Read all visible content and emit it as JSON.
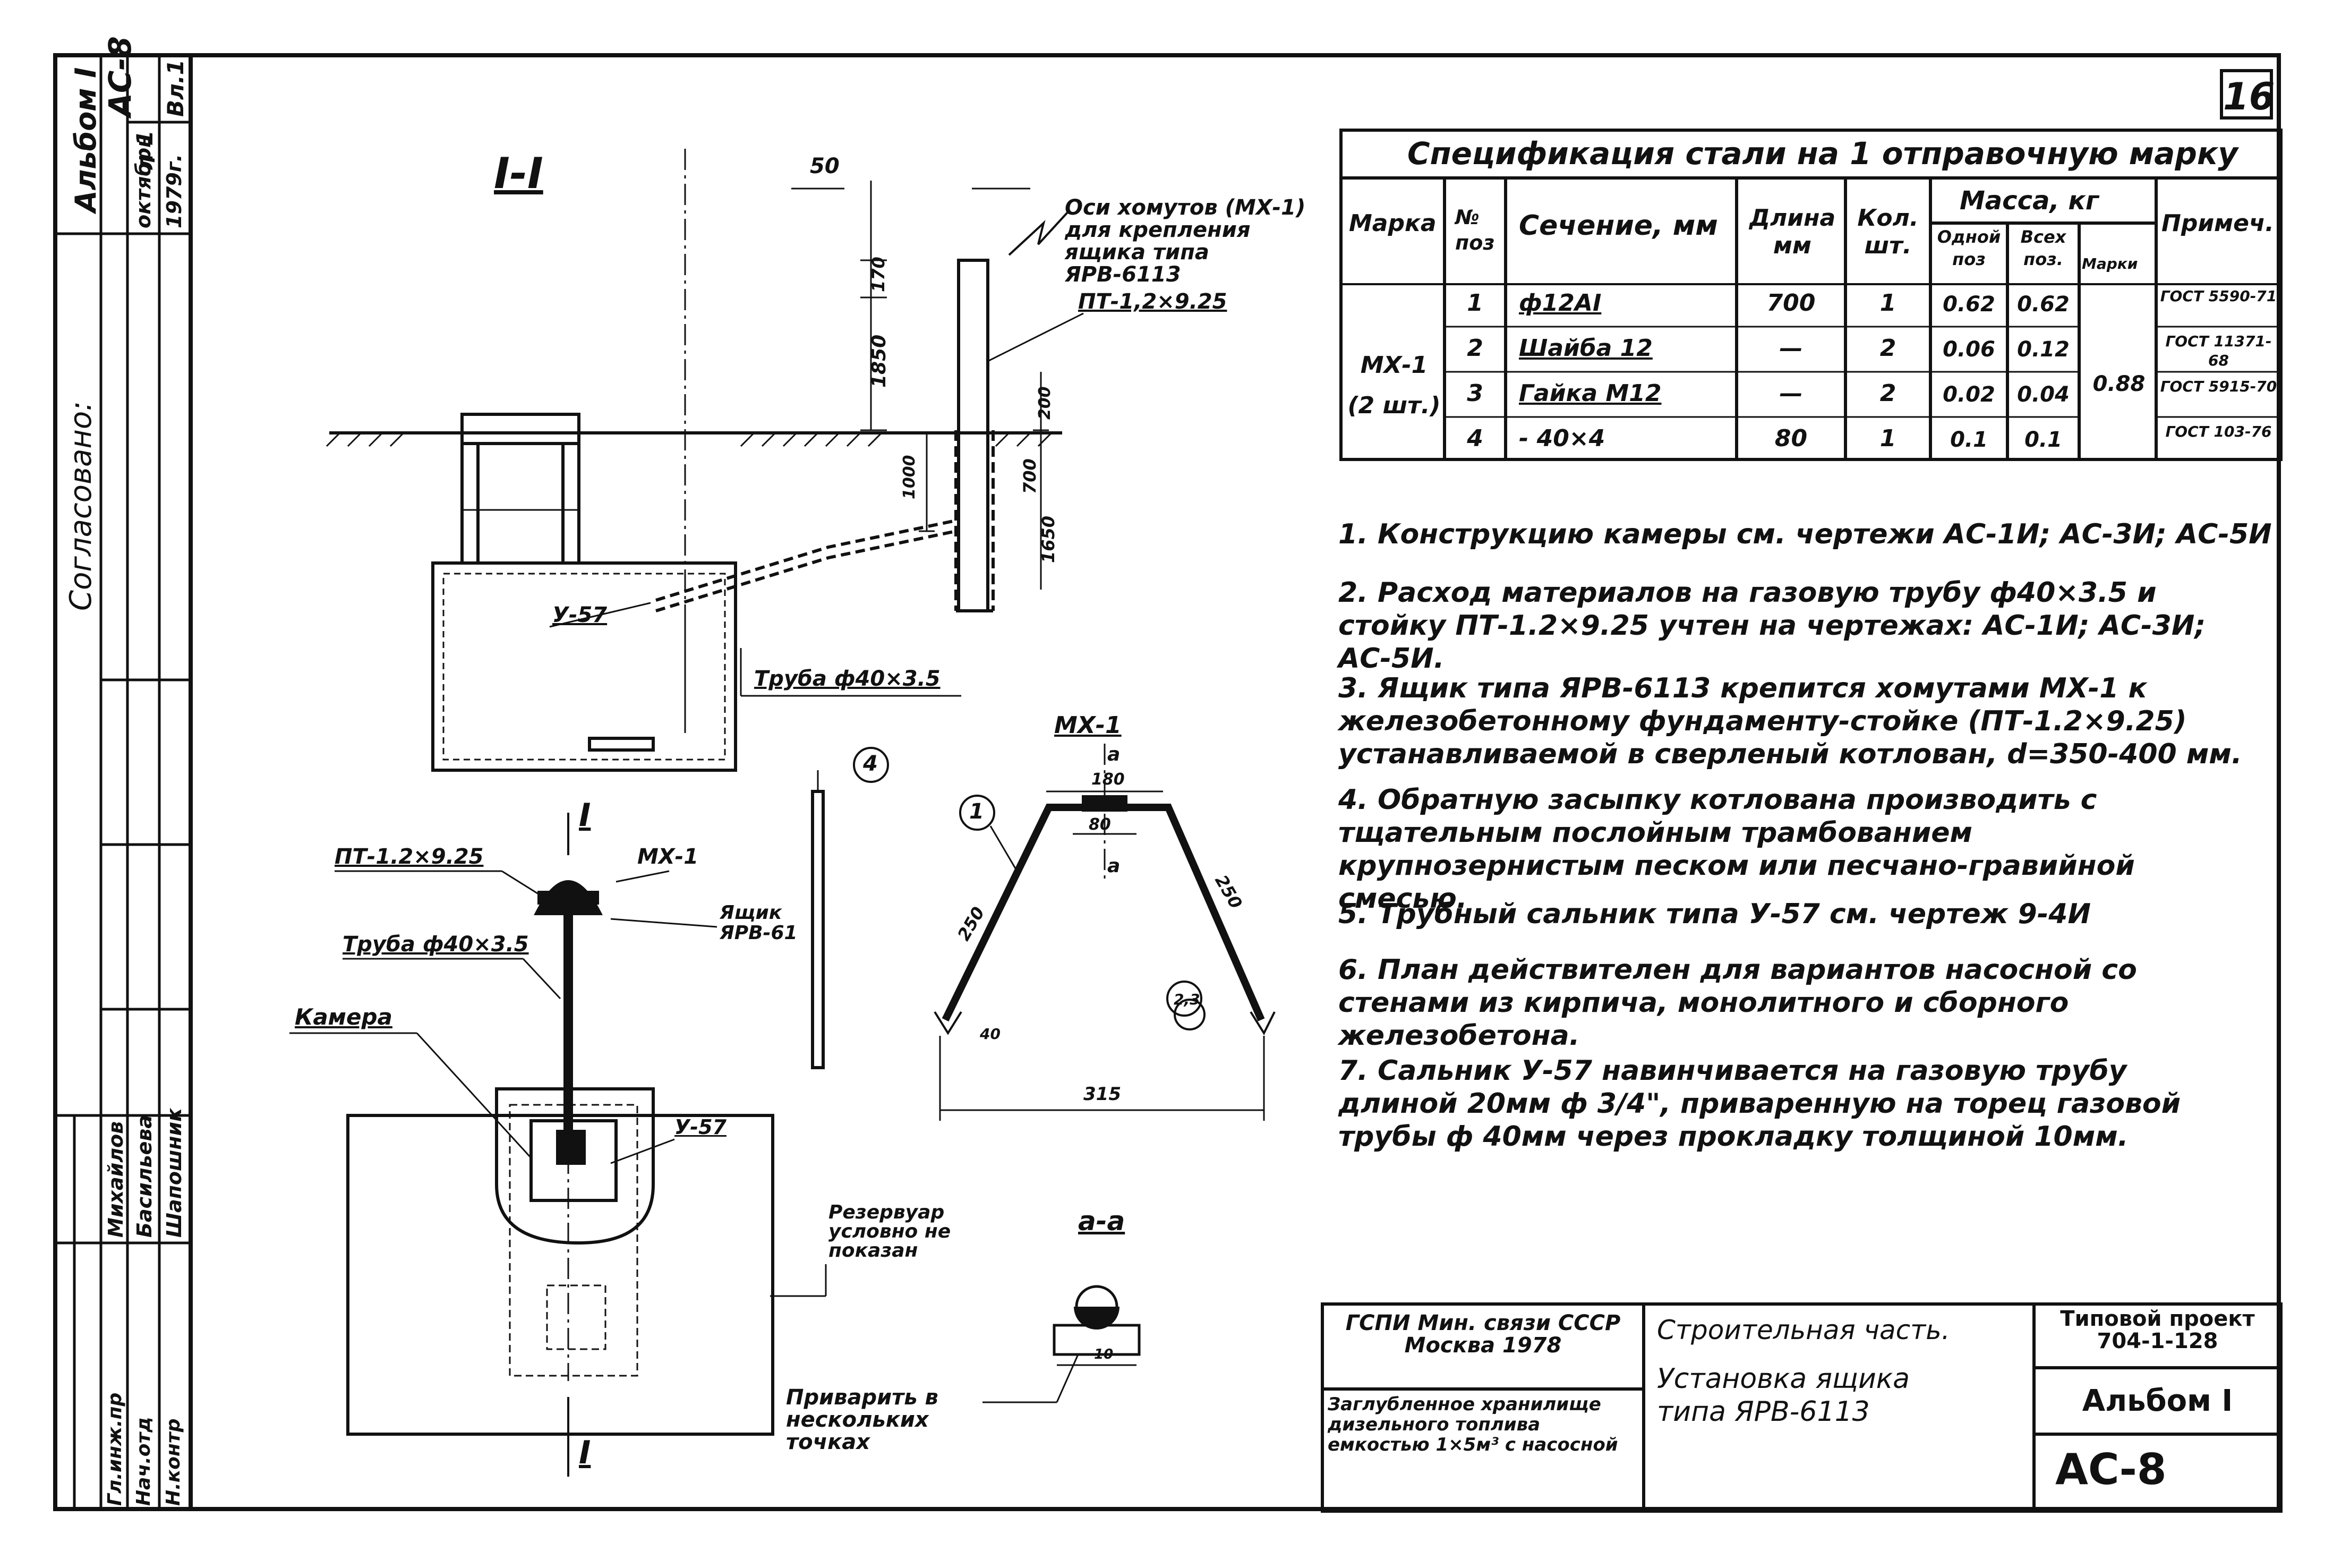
{
  "sheet_number": "16",
  "sidebar": {
    "album": "Альбом I",
    "sheet_code": "АС-8",
    "sheet_n": "л 1",
    "sheets_n": "Вл.1",
    "month": "октябрь",
    "year": "1979г.",
    "agreed": "Согласовано:",
    "signatures": [
      "Гл.инж.пр",
      "Нач.отд",
      "Н.контр",
      "Михайлов",
      "Басильева",
      "Шапошник"
    ]
  },
  "drawing": {
    "section_title": "I-I",
    "dim_50": "50",
    "callout_axes": "Оси хомутов (МХ-1) для крепления ящика типа ЯРВ-6113",
    "pt_label": "ПТ-1,2×9.25",
    "dims_v": [
      "170",
      "1850",
      "200",
      "700",
      "1000",
      "1650"
    ],
    "u57": "У-57",
    "pipe_label": "Труба ф40×3.5",
    "plan_section_mark": "I",
    "plan_pt": "ПТ-1.2×9.25",
    "plan_mx": "МХ-1",
    "plan_pipe": "Труба ф40×3.5",
    "plan_box": "Ящик ЯРВ-61",
    "plan_chamber": "Камера",
    "plan_u57": "У-57",
    "plan_tank": "Резервуар условно не показан",
    "mx_title": "МХ-1",
    "mx_a": "а",
    "mx_dims": [
      "180",
      "80",
      "250",
      "250",
      "315",
      "40"
    ],
    "pos_4": "4",
    "pos_1": "1",
    "pos_23": "2,3",
    "section_aa": "а-а",
    "weld_note": "Приварить в нескольких точках",
    "weld_dim": "10"
  },
  "spec": {
    "title": "Спецификация стали на 1 отправочную марку",
    "headers": [
      "Марка",
      "№ поз",
      "Сечение, мм",
      "Длина мм",
      "Кол. шт.",
      "Масса, кг",
      "Одной поз",
      "Всех поз.",
      "Марки",
      "Примеч."
    ],
    "mark": "МХ-1 (2 шт.)",
    "rows": [
      {
        "pos": "1",
        "section": "ф12АI",
        "length": "700",
        "qty": "1",
        "one": "0.62",
        "all": "0.62",
        "note": "ГОСТ 5590-71"
      },
      {
        "pos": "2",
        "section": "Шайба 12",
        "length": "—",
        "qty": "2",
        "one": "0.06",
        "all": "0.12",
        "note": "ГОСТ 11371-68"
      },
      {
        "pos": "3",
        "section": "Гайка М12",
        "length": "—",
        "qty": "2",
        "one": "0.02",
        "all": "0.04",
        "note": "ГОСТ 5915-70"
      },
      {
        "pos": "4",
        "section": "- 40×4",
        "length": "80",
        "qty": "1",
        "one": "0.1",
        "all": "0.1",
        "note": "ГОСТ 103-76"
      }
    ],
    "mark_mass": "0.88"
  },
  "notes": [
    "1. Конструкцию камеры см. чертежи АС-1И; АС-3И; АС-5И",
    "2. Расход материалов на газовую трубу ф40×3.5 и стойку ПТ-1.2×9.25 учтен на чертежах: АС-1И; АС-3И; АС-5И.",
    "3. Ящик типа ЯРВ-6113 крепится хомутами МХ-1 к железобетонному фундаменту-стойке (ПТ-1.2×9.25) устанавливаемой в сверленый котлован, d=350-400 мм.",
    "4. Обратную засыпку котлована производить с тщательным послойным трамбованием крупнозернистым песком или песчано-гравийной смесью.",
    "5. Трубный сальник типа У-57 см. чертеж 9-4И",
    "6. План действителен для вариантов насосной со стенами из кирпича, монолитного и сборного железобетона.",
    "7. Сальник У-57 навинчивается на газовую трубу длиной 20мм ф 3/4\", приваренную на торец газовой трубы ф 40мм через прокладку толщиной 10мм."
  ],
  "title_block": {
    "org": "ГСПИ Мин. связи СССР Москва 1978",
    "object": "Заглубленное хранилище дизельного топлива емкостью 1×5м³ с насосной",
    "part": "Строительная часть.",
    "name": "Установка ящика типа ЯРВ-6113",
    "project": "Типовой проект 704-1-128",
    "album": "Альбом I",
    "code": "АС-8"
  }
}
